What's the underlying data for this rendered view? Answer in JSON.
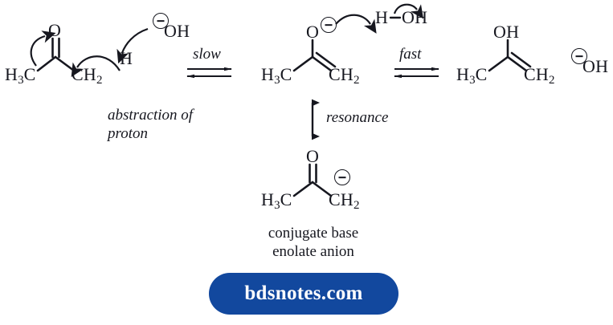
{
  "diagram": {
    "title_text": "",
    "ink_color": "#16171f",
    "structures": {
      "ketone": {
        "name": "acetone",
        "labels": {
          "methyl": "H3C",
          "oxygen": "O",
          "methylene": "CH2",
          "proton": "H"
        }
      },
      "hydroxide_reagent": {
        "label": "OH",
        "charge": "−"
      },
      "enolate_oxy": {
        "name": "enolate (oxygen anion resonance form)",
        "labels": {
          "methyl": "H3C",
          "oxygen": "O",
          "methylene": "CH2"
        },
        "charge": "−"
      },
      "enolate_carbanion": {
        "name": "enolate (carbanion resonance form)",
        "labels": {
          "methyl": "H3C",
          "oxygen": "O",
          "methylene": "CH2"
        },
        "charge": "−"
      },
      "water": {
        "label_h": "H",
        "label_oh": "OH"
      },
      "enol": {
        "name": "prop-1-en-2-ol",
        "labels": {
          "methyl": "H3C",
          "hydroxyl": "OH",
          "methylene": "CH2"
        }
      },
      "hydroxide_product": {
        "label": "OH",
        "charge": "−"
      }
    },
    "reaction_arrows": [
      {
        "id": "slow",
        "label": "slow",
        "type": "equilibrium"
      },
      {
        "id": "fast",
        "label": "fast",
        "type": "equilibrium"
      },
      {
        "id": "resonance",
        "label": "resonance",
        "type": "double-headed"
      }
    ],
    "captions": {
      "abstraction_line1": "abstraction of",
      "abstraction_line2": "proton",
      "resonance": "resonance",
      "conjugate_line1": "conjugate base",
      "conjugate_line2": "enolate anion"
    }
  },
  "watermark": {
    "label": "bdsnotes.com",
    "background_color": "#12489e",
    "text_color": "#ffffff"
  }
}
